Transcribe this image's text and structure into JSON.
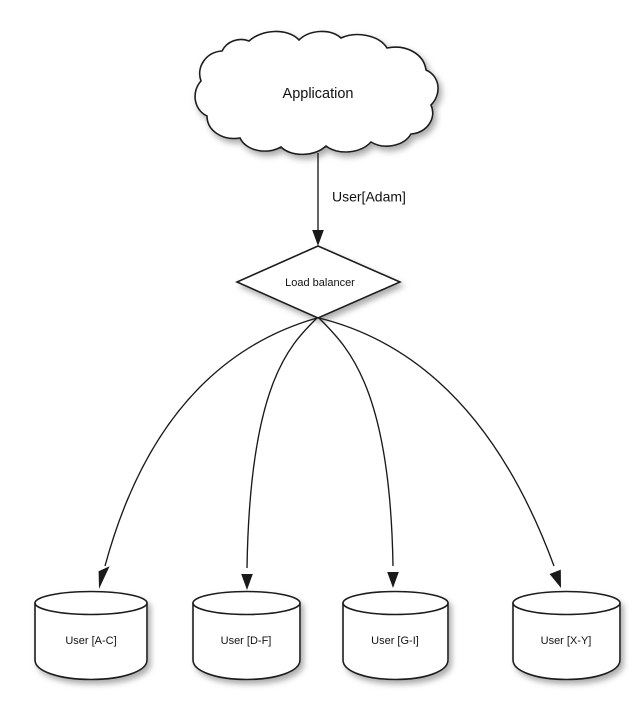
{
  "diagram": {
    "title_text": "",
    "type": "load-balancer-sharding-diagram",
    "background_color": "#ffffff",
    "stroke_color": "#1a1a1a",
    "fill_color": "#ffffff",
    "text_color": "#111111"
  },
  "nodes": {
    "application": {
      "label": "Application",
      "shape": "cloud"
    },
    "load_balancer": {
      "label": "Load balancer",
      "shape": "diamond"
    },
    "databases": [
      {
        "label": "User [A-C]",
        "shape": "cylinder"
      },
      {
        "label": "User [D-F]",
        "shape": "cylinder"
      },
      {
        "label": "User [G-I]",
        "shape": "cylinder"
      },
      {
        "label": "User [X-Y]",
        "shape": "cylinder"
      }
    ]
  },
  "edges": [
    {
      "id": "app-to-lb",
      "from": "application",
      "to": "load_balancer",
      "label": "User[Adam]",
      "style": "straight-arrow"
    },
    {
      "id": "lb-to-db-1",
      "from": "load_balancer",
      "to": "User [A-C]",
      "label": "",
      "style": "curved-arrow"
    },
    {
      "id": "lb-to-db-2",
      "from": "load_balancer",
      "to": "User [D-F]",
      "label": "",
      "style": "curved-arrow"
    },
    {
      "id": "lb-to-db-3",
      "from": "load_balancer",
      "to": "User [G-I]",
      "label": "",
      "style": "curved-arrow"
    },
    {
      "id": "lb-to-db-4",
      "from": "load_balancer",
      "to": "User [X-Y]",
      "label": "",
      "style": "curved-arrow"
    }
  ]
}
